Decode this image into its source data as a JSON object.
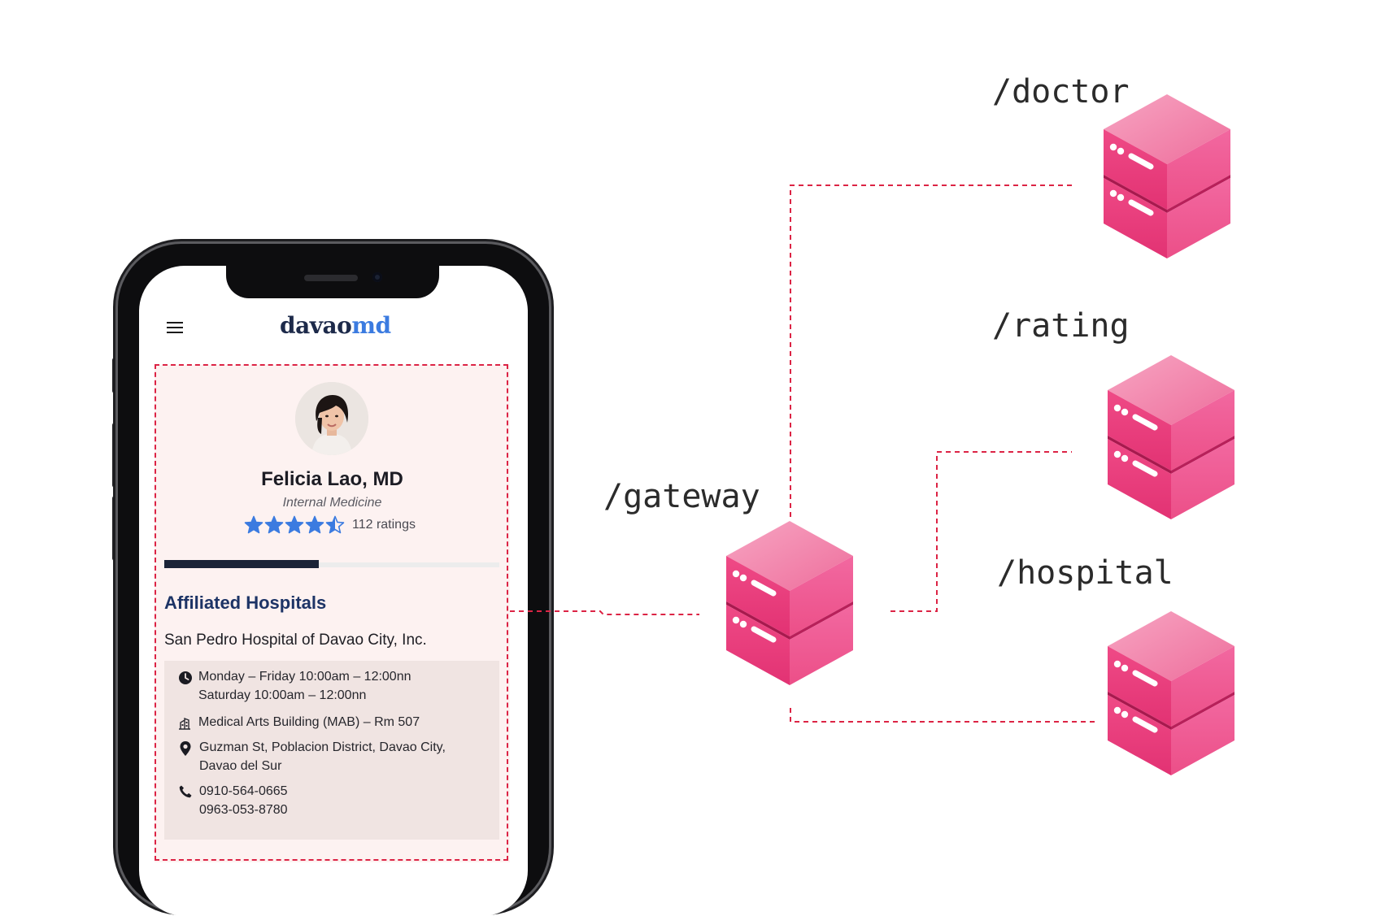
{
  "app": {
    "logo_part1": "davao",
    "logo_part2": "md",
    "menu_icon": "hamburger-menu-icon"
  },
  "profile": {
    "name": "Felicia Lao, MD",
    "specialty": "Internal Medicine",
    "rating": 4.5,
    "rating_max": 5,
    "ratings_count": "112 ratings",
    "progress": 0.46
  },
  "affiliated": {
    "title": "Affiliated Hospitals",
    "hospital_name": "San Pedro Hospital of Davao City, Inc.",
    "schedule_line1": "Monday – Friday 10:00am – 12:00nn",
    "schedule_line2": "Saturday 10:00am – 12:00nn",
    "room": "Medical Arts Building (MAB) – Rm 507",
    "address_line1": "Guzman St, Poblacion District, Davao City,",
    "address_line2": "Davao del Sur",
    "phone1": "0910-564-0665",
    "phone2": "0963-053-8780"
  },
  "diagram": {
    "gateway_label": "/gateway",
    "doctor_label": "/doctor",
    "rating_label": "/rating",
    "hospital_label": "/hospital",
    "server_icon": "server-cube-icon",
    "connector_color": "#dc2445",
    "server_color": "#ea3d7a"
  }
}
